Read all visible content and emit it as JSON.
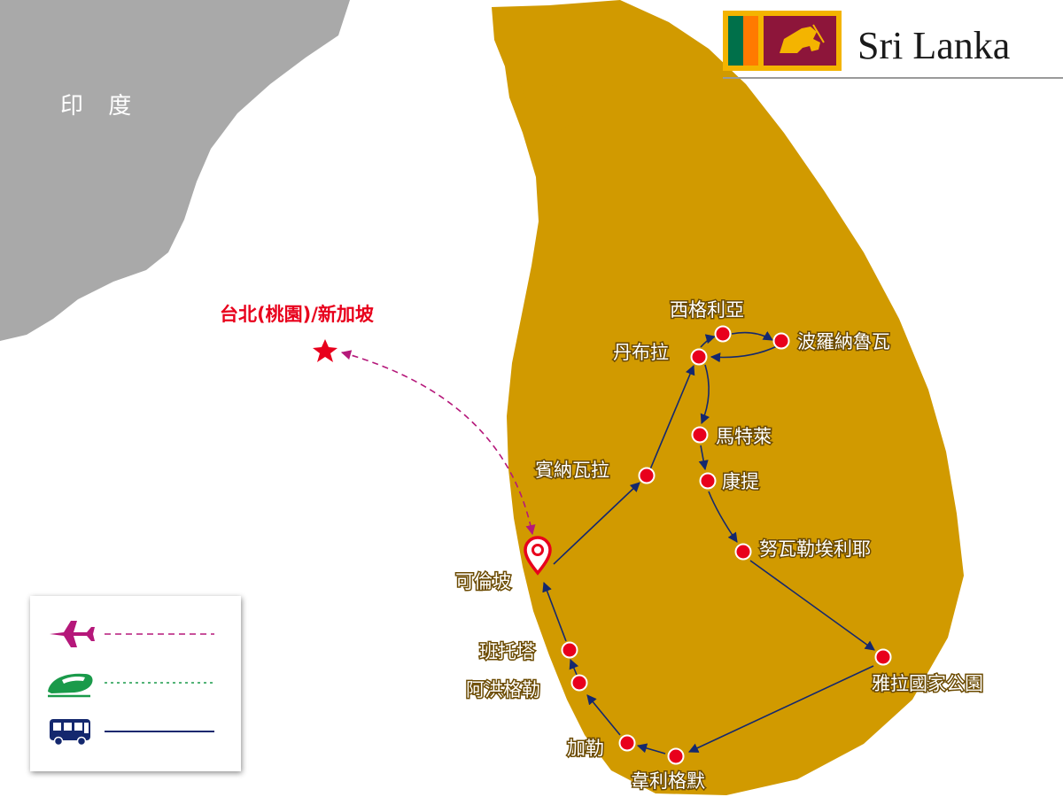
{
  "title": "Sri Lanka",
  "neighbor_label": "印 度",
  "origin_label": "台北(桃園)/新加坡",
  "cities": {
    "colombo": "可倫坡",
    "negombo": "賓納瓦拉",
    "dambulla": "丹布拉",
    "sigiriya": "西格利亞",
    "polonnaruwa": "波羅納魯瓦",
    "matale": "馬特萊",
    "kandy": "康提",
    "nuwara_eliya": "努瓦勒埃利耶",
    "yala": "雅拉國家公園",
    "weligama": "韋利格默",
    "galle": "加勒",
    "ahungalla": "阿洪格勒",
    "bentota": "班托塔"
  },
  "legend": [
    {
      "mode": "flight",
      "icon": "airplane-icon",
      "color": "#b5187a",
      "style": "dashed"
    },
    {
      "mode": "train",
      "icon": "train-icon",
      "color": "#1a9a4a",
      "style": "dotted"
    },
    {
      "mode": "bus",
      "icon": "bus-icon",
      "color": "#14286e",
      "style": "solid"
    }
  ],
  "colors": {
    "island": "#d19a00",
    "india": "#a9a9a9",
    "route": "#14286e",
    "flight": "#b5187a",
    "stop": "#e8001c"
  }
}
